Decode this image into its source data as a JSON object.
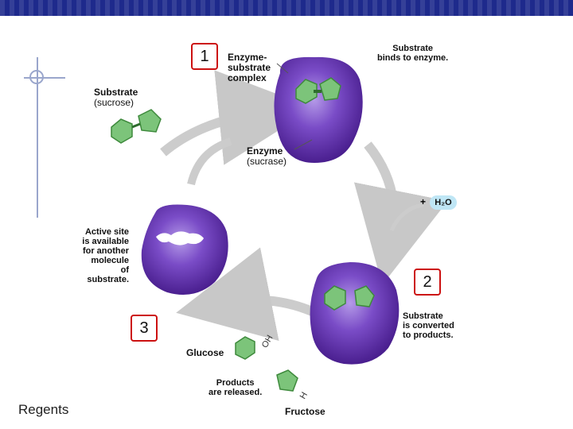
{
  "slide": {
    "footer": "Regents"
  },
  "markers": {
    "step1": "1",
    "step2": "2",
    "step3": "3"
  },
  "labels": {
    "complex": [
      "Enzyme-",
      "substrate",
      "complex"
    ],
    "binds": [
      "Substrate",
      "binds to enzyme."
    ],
    "substrate_title": "Substrate",
    "substrate_name": "(sucrose)",
    "enzyme_title": "Enzyme",
    "enzyme_name": "(sucrase)",
    "active_site": [
      "Active site",
      "is available",
      "for another",
      "molecule of",
      "substrate."
    ],
    "converted": [
      "Substrate",
      "is converted",
      "to products."
    ],
    "glucose": "Glucose",
    "released": [
      "Products",
      "are released."
    ],
    "fructose": "Fructose",
    "plus": "+",
    "water": "H₂O",
    "oh": "OH",
    "h": "H"
  },
  "colors": {
    "topbar": "#1e2a8c",
    "enzyme_purple": "#6a3bb8",
    "enzyme_dark": "#4a1f8f",
    "substrate_green": "#7cc47a",
    "arrow_gray": "#c8c8c8",
    "marker_border": "#cc1111"
  }
}
